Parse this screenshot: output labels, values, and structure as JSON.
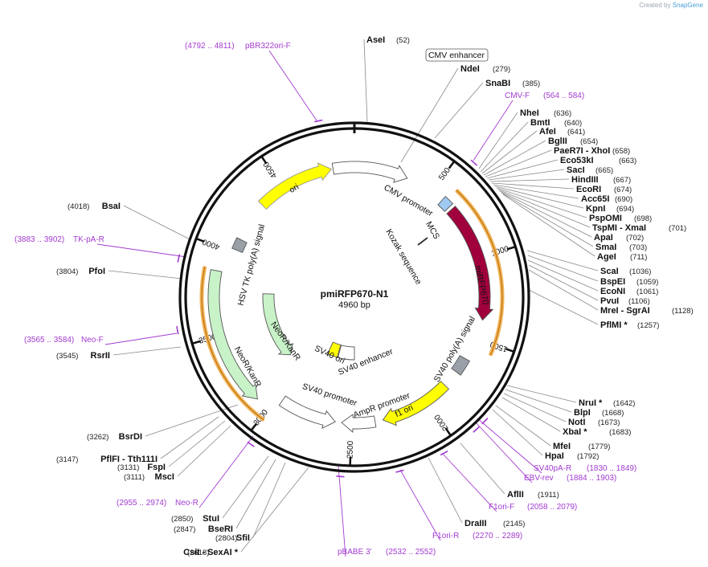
{
  "credit": {
    "prefix": "Created by",
    "brand": "SnapGene"
  },
  "plasmid": {
    "name": "pmiRFP670-N1",
    "size": "4960 bp"
  },
  "ticks": [
    "500",
    "1000",
    "1500",
    "2000",
    "2500",
    "3000",
    "3500",
    "4000",
    "4500"
  ],
  "features": [
    {
      "name": "ori",
      "label": "ori",
      "color": "#ffff00"
    },
    {
      "name": "cmv-promoter",
      "label": "CMV promoter",
      "color": "#ffffff"
    },
    {
      "name": "mcs",
      "label": "MCS",
      "color": "#9ec9f0"
    },
    {
      "name": "mirfp670",
      "label": "miRFP670",
      "color": "#a0003c"
    },
    {
      "name": "kozak",
      "label": "Kozak sequence",
      "color": "#333333"
    },
    {
      "name": "sv40-polya",
      "label": "SV40 poly(A) signal",
      "color": "#9aa0a8"
    },
    {
      "name": "f1-ori",
      "label": "f1 ori",
      "color": "#ffff00"
    },
    {
      "name": "ampr-promoter",
      "label": "AmpR promoter",
      "color": "#ffffff"
    },
    {
      "name": "sv40-promoter",
      "label": "SV40 promoter",
      "color": "#ffffff"
    },
    {
      "name": "sv40-ori",
      "label": "SV40 ori",
      "color": "#ffff00"
    },
    {
      "name": "sv40-enhancer",
      "label": "SV40 enhancer",
      "color": "#ffffff"
    },
    {
      "name": "neor-inner",
      "label": "NeoR/KanR",
      "color": "#c8f2c8"
    },
    {
      "name": "neor-outer",
      "label": "NeoR/KanR",
      "color": "#c8f2c8"
    },
    {
      "name": "hsv-tk-polya",
      "label": "HSV TK poly(A) signal",
      "color": "#9aa0a8"
    }
  ],
  "cmv_enhancer_label": "CMV enhancer",
  "enzymes": [
    {
      "name": "AseI",
      "pos": "(52)"
    },
    {
      "name": "NdeI",
      "pos": "(279)"
    },
    {
      "name": "SnaBI",
      "pos": "(385)"
    },
    {
      "name": "NheI",
      "pos": "(636)"
    },
    {
      "name": "BmtI",
      "pos": "(640)"
    },
    {
      "name": "AfeI",
      "pos": "(641)"
    },
    {
      "name": "BglII",
      "pos": "(654)"
    },
    {
      "name": "PaeR7I",
      "alt": "- XhoI",
      "pos": "(658)"
    },
    {
      "name": "Eco53kI",
      "pos": "(663)"
    },
    {
      "name": "SacI",
      "pos": "(665)"
    },
    {
      "name": "HindIII",
      "pos": "(667)"
    },
    {
      "name": "EcoRI",
      "pos": "(674)"
    },
    {
      "name": "Acc65I",
      "pos": "(690)"
    },
    {
      "name": "KpnI",
      "pos": "(694)"
    },
    {
      "name": "PspOMI",
      "pos": "(698)"
    },
    {
      "name": "TspMI",
      "alt": "- XmaI",
      "pos": "(701)"
    },
    {
      "name": "ApaI",
      "pos": "(702)"
    },
    {
      "name": "SmaI",
      "pos": "(703)"
    },
    {
      "name": "AgeI",
      "pos": "(711)"
    },
    {
      "name": "ScaI",
      "pos": "(1036)"
    },
    {
      "name": "BspEI",
      "pos": "(1059)"
    },
    {
      "name": "EcoNI",
      "pos": "(1061)"
    },
    {
      "name": "PvuI",
      "pos": "(1106)"
    },
    {
      "name": "MreI",
      "alt": "- SgrAI",
      "pos": "(1128)"
    },
    {
      "name": "PflMI *",
      "pos": "(1257)"
    },
    {
      "name": "NruI *",
      "pos": "(1642)"
    },
    {
      "name": "BlpI",
      "pos": "(1668)"
    },
    {
      "name": "NotI",
      "pos": "(1673)"
    },
    {
      "name": "XbaI *",
      "pos": "(1683)"
    },
    {
      "name": "MfeI",
      "pos": "(1779)"
    },
    {
      "name": "HpaI",
      "pos": "(1792)"
    },
    {
      "name": "AflII",
      "pos": "(1911)"
    },
    {
      "name": "DraIII",
      "pos": "(2145)"
    },
    {
      "name": "BsaI",
      "pos": "(4018)"
    },
    {
      "name": "PfoI",
      "pos": "(3804)"
    },
    {
      "name": "RsrII",
      "pos": "(3545)"
    },
    {
      "name": "BsrDI",
      "pos": "(3262)"
    },
    {
      "name": "PflFI",
      "alt": "- Tth111I",
      "pos": "(3147)"
    },
    {
      "name": "FspI",
      "pos": "(3131)"
    },
    {
      "name": "MscI",
      "pos": "(3111)"
    },
    {
      "name": "StuI",
      "pos": "(2850)"
    },
    {
      "name": "BseRI",
      "pos": "(2847)"
    },
    {
      "name": "SfiI",
      "pos": "(2804)"
    },
    {
      "name": "CsiI",
      "alt": "- SexAI *",
      "pos": "(2618)"
    }
  ],
  "primers": [
    {
      "name": "pBR322ori-F",
      "range": "(4792 .. 4811)"
    },
    {
      "name": "CMV-F",
      "range": "(564 .. 584)"
    },
    {
      "name": "TK-pA-R",
      "range": "(3883 .. 3902)"
    },
    {
      "name": "Neo-F",
      "range": "(3565 .. 3584)"
    },
    {
      "name": "Neo-R",
      "range": "(2955 .. 2974)"
    },
    {
      "name": "SV40pA-R",
      "range": "(1830 .. 1849)"
    },
    {
      "name": "EBV-rev",
      "range": "(1884 .. 1903)"
    },
    {
      "name": "F1ori-F",
      "range": "(2058 .. 2079)"
    },
    {
      "name": "F1ori-R",
      "range": "(2270 .. 2289)"
    },
    {
      "name": "pBABE 3'",
      "range": "(2532 .. 2552)"
    }
  ]
}
